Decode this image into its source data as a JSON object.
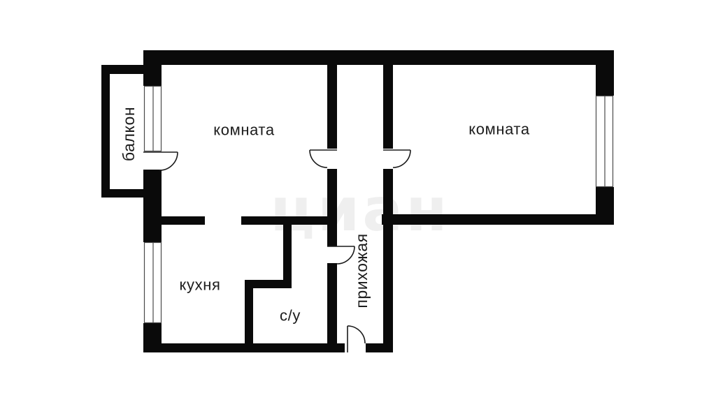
{
  "plan": {
    "type": "floorplan",
    "rooms": [
      {
        "id": "room1",
        "label": "комната"
      },
      {
        "id": "room2",
        "label": "комната"
      },
      {
        "id": "kitchen",
        "label": "кухня"
      },
      {
        "id": "bathroom",
        "label": "с/у"
      },
      {
        "id": "hallway",
        "label": "прихожая"
      },
      {
        "id": "balcony",
        "label": "балкон"
      }
    ],
    "watermark": "циан",
    "colors": {
      "wall": "#0a0a0a",
      "background": "#ffffff",
      "text": "#1c1c1c",
      "window_frame": "#4a4a4a",
      "door_line": "#1a1a1a"
    }
  }
}
